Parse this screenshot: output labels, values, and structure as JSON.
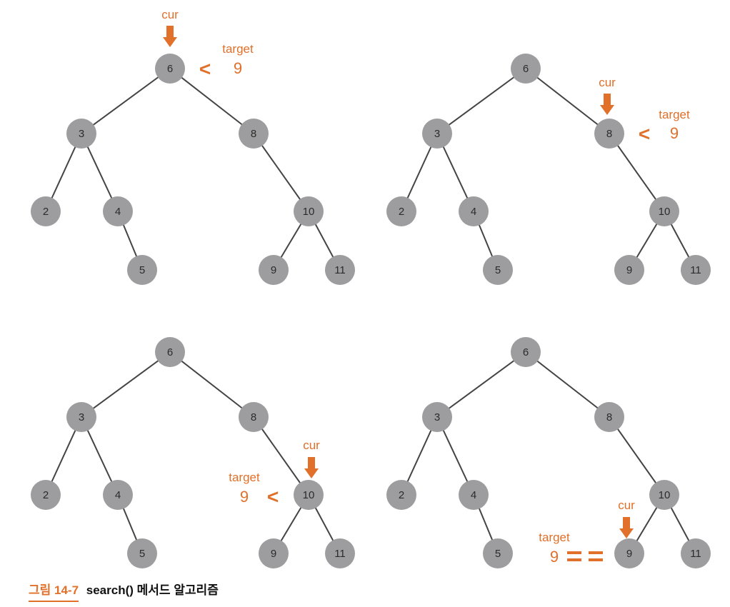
{
  "colors": {
    "node": "#9d9d9f",
    "edge": "#444444",
    "accent": "#e0702a",
    "node_text": "#2b2b2b"
  },
  "panels": [
    {
      "name": "step-1",
      "tree": {
        "nodes": [
          "6",
          "3",
          "8",
          "2",
          "4",
          "10",
          "5",
          "9",
          "11"
        ],
        "edges": [
          [
            "6",
            "3"
          ],
          [
            "6",
            "8"
          ],
          [
            "3",
            "2"
          ],
          [
            "3",
            "4"
          ],
          [
            "4",
            "5"
          ],
          [
            "8",
            "10"
          ],
          [
            "10",
            "9"
          ],
          [
            "10",
            "11"
          ]
        ]
      },
      "cur_label": "cur",
      "cur_node": "6",
      "target_label": "target",
      "target_value": "9",
      "comparison": "<"
    },
    {
      "name": "step-2",
      "tree": {
        "nodes": [
          "6",
          "3",
          "8",
          "2",
          "4",
          "10",
          "5",
          "9",
          "11"
        ],
        "edges": [
          [
            "6",
            "3"
          ],
          [
            "6",
            "8"
          ],
          [
            "3",
            "2"
          ],
          [
            "3",
            "4"
          ],
          [
            "4",
            "5"
          ],
          [
            "8",
            "10"
          ],
          [
            "10",
            "9"
          ],
          [
            "10",
            "11"
          ]
        ]
      },
      "cur_label": "cur",
      "cur_node": "8",
      "target_label": "target",
      "target_value": "9",
      "comparison": "<"
    },
    {
      "name": "step-3",
      "tree": {
        "nodes": [
          "6",
          "3",
          "8",
          "2",
          "4",
          "10",
          "5",
          "9",
          "11"
        ],
        "edges": [
          [
            "6",
            "3"
          ],
          [
            "6",
            "8"
          ],
          [
            "3",
            "2"
          ],
          [
            "3",
            "4"
          ],
          [
            "4",
            "5"
          ],
          [
            "8",
            "10"
          ],
          [
            "10",
            "9"
          ],
          [
            "10",
            "11"
          ]
        ]
      },
      "cur_label": "cur",
      "cur_node": "10",
      "target_label": "target",
      "target_value": "9",
      "comparison": "<"
    },
    {
      "name": "step-4",
      "tree": {
        "nodes": [
          "6",
          "3",
          "8",
          "2",
          "4",
          "10",
          "5",
          "9",
          "11"
        ],
        "edges": [
          [
            "6",
            "3"
          ],
          [
            "6",
            "8"
          ],
          [
            "3",
            "2"
          ],
          [
            "3",
            "4"
          ],
          [
            "4",
            "5"
          ],
          [
            "8",
            "10"
          ],
          [
            "10",
            "9"
          ],
          [
            "10",
            "11"
          ]
        ]
      },
      "cur_label": "cur",
      "cur_node": "9",
      "target_label": "target",
      "target_value": "9",
      "comparison": "=="
    }
  ],
  "caption": {
    "label": "그림 14-7",
    "text": "search() 메서드 알고리즘"
  }
}
